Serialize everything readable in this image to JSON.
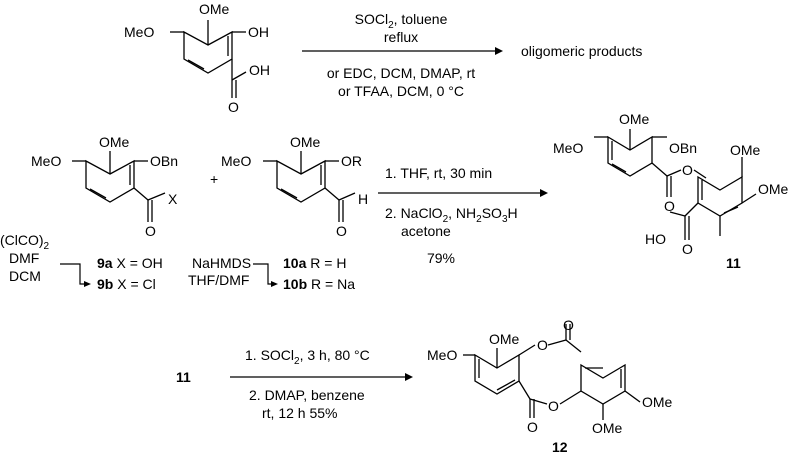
{
  "scheme": {
    "row1": {
      "sm": {
        "ome": "OMe",
        "meo": "MeO",
        "oh": "OH",
        "co_oh": "OH",
        "co_o": "O"
      },
      "cond1_pre": "SOCl",
      "cond1_sub": "2",
      "cond1_post": ", toluene",
      "cond2": "reflux",
      "cond3": "or EDC, DCM, DMAP, rt",
      "cond4": "or TFAA, DCM, 0 °C",
      "product": "oligomeric products"
    },
    "row2": {
      "acid": {
        "ome": "OMe",
        "meo": "MeO",
        "obn": "OBn",
        "x": "X",
        "o": "O"
      },
      "plus": "+",
      "ald": {
        "ome": "OMe",
        "meo": "MeO",
        "or": "OR",
        "h": "H",
        "o": "O"
      },
      "step1": "1. THF, rt, 30 min",
      "step2_pre": "2. NaClO",
      "step2_sub1": "2",
      "step2_mid": ", NH",
      "step2_sub2": "2",
      "step2_post": "SO",
      "step2_sub3": "3",
      "step2_h": "H",
      "step2b": "acetone",
      "yield": "79%",
      "ester": {
        "ome_top": "OMe",
        "meo": "MeO",
        "obn": "OBn",
        "o_link": "O",
        "o_co": "O",
        "ome_r": "OMe",
        "ome_r2": "OMe",
        "ho": "HO",
        "o_acid": "O",
        "label": "11"
      },
      "reagent_left": {
        "l1_pre": "(ClCO)",
        "l1_sub": "2",
        "l2": "DMF",
        "l3": "DCM"
      },
      "lab9a": "9a",
      "lab9a_txt": " X = OH",
      "lab9b": "9b",
      "lab9b_txt": " X = Cl",
      "reagent_mid": {
        "l1": "NaHMDS",
        "l2": "THF/DMF"
      },
      "lab10a": "10a",
      "lab10a_txt": " R = H",
      "lab10b": "10b",
      "lab10b_txt": " R = Na"
    },
    "row3": {
      "reactant": "11",
      "s1_pre": "1. SOCl",
      "s1_sub": "2",
      "s1_post": ", 3 h, 80 °C",
      "s2": "2. DMAP, benzene",
      "s3": "rt, 12 h 55%",
      "prod": {
        "ome_top": "OMe",
        "meo": "MeO",
        "o1": "O",
        "o2": "O",
        "o3": "O",
        "o4": "O",
        "ome_r": "OMe",
        "ome_b": "OMe",
        "label": "12"
      }
    }
  }
}
